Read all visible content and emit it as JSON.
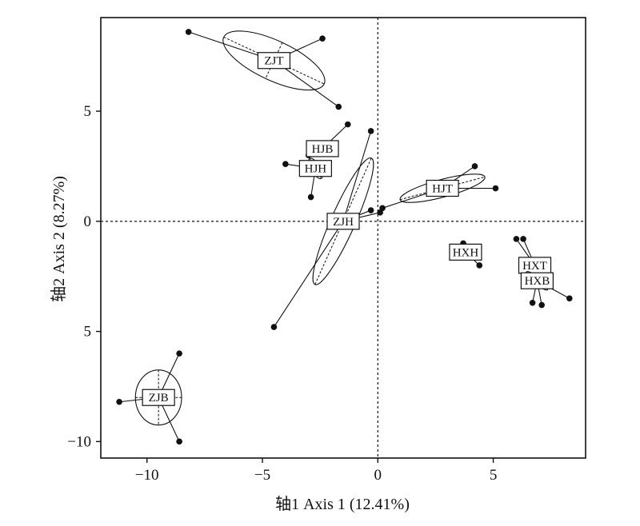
{
  "chart_data": {
    "type": "scatter",
    "xlabel": "轴1 Axis 1 (12.41%)",
    "ylabel": "轴2 Axis 2 (8.27%)",
    "xlim": [
      -12,
      9
    ],
    "ylim": [
      -10.75,
      9.25
    ],
    "x_ticks": [
      {
        "value": -10,
        "label": "−10"
      },
      {
        "value": -5,
        "label": "−5"
      },
      {
        "value": 0,
        "label": "0"
      },
      {
        "value": 5,
        "label": "5"
      }
    ],
    "y_ticks": [
      {
        "value": 5,
        "label": "5"
      },
      {
        "value": 0,
        "label": "0"
      },
      {
        "value": -5,
        "label": "5"
      },
      {
        "value": -10,
        "label": "−10"
      }
    ],
    "reference_lines": {
      "x0": true,
      "y0": true
    },
    "grid": false,
    "groups": [
      {
        "label": "ZJT",
        "centroid": [
          -4.5,
          7.3
        ],
        "ellipse": {
          "rx": 2.4,
          "ry": 0.9,
          "angle": -25
        },
        "points": [
          [
            -8.2,
            8.6
          ],
          [
            -2.4,
            8.3
          ],
          [
            -1.7,
            5.2
          ]
        ]
      },
      {
        "label": "HJB",
        "centroid": [
          -2.4,
          3.3
        ],
        "ellipse": {
          "rx": 0.55,
          "ry": 0.18,
          "angle": 25
        },
        "points": [
          [
            -1.3,
            4.4
          ],
          [
            -3.0,
            3.0
          ]
        ]
      },
      {
        "label": "HJH",
        "centroid": [
          -2.7,
          2.4
        ],
        "ellipse": {
          "rx": 0.5,
          "ry": 0.2,
          "angle": -60
        },
        "points": [
          [
            -4.0,
            2.6
          ],
          [
            -2.9,
            1.1
          ]
        ]
      },
      {
        "label": "ZJH",
        "centroid": [
          -1.5,
          0.0
        ],
        "ellipse": {
          "rx": 3.0,
          "ry": 0.55,
          "angle": 66
        },
        "points": [
          [
            -0.3,
            4.1
          ],
          [
            -4.5,
            -4.8
          ],
          [
            -0.3,
            0.5
          ],
          [
            0.1,
            0.4
          ]
        ]
      },
      {
        "label": "HJT",
        "centroid": [
          2.8,
          1.5
        ],
        "ellipse": {
          "rx": 1.9,
          "ry": 0.4,
          "angle": 15
        },
        "points": [
          [
            4.2,
            2.5
          ],
          [
            5.1,
            1.5
          ],
          [
            0.2,
            0.6
          ]
        ]
      },
      {
        "label": "HXH",
        "centroid": [
          3.8,
          -1.4
        ],
        "ellipse": {
          "rx": 0.3,
          "ry": 0.12,
          "angle": -50
        },
        "points": [
          [
            3.7,
            -1.0
          ],
          [
            4.4,
            -2.0
          ]
        ]
      },
      {
        "label": "HXT",
        "centroid": [
          6.8,
          -2.0
        ],
        "ellipse": {
          "rx": 0.3,
          "ry": 0.12,
          "angle": -70
        },
        "points": [
          [
            6.0,
            -0.8
          ],
          [
            6.3,
            -0.8
          ]
        ]
      },
      {
        "label": "HXB",
        "centroid": [
          6.9,
          -2.7
        ],
        "ellipse": {
          "rx": 0.6,
          "ry": 0.15,
          "angle": -40
        },
        "points": [
          [
            8.3,
            -3.5
          ],
          [
            7.1,
            -3.8
          ],
          [
            6.7,
            -3.7
          ]
        ]
      },
      {
        "label": "ZJB",
        "centroid": [
          -9.5,
          -8.0
        ],
        "ellipse": {
          "rx": 1.0,
          "ry": 1.25,
          "angle": 0
        },
        "points": [
          [
            -8.6,
            -6.0
          ],
          [
            -11.2,
            -8.2
          ],
          [
            -8.6,
            -10.0
          ]
        ]
      }
    ]
  }
}
